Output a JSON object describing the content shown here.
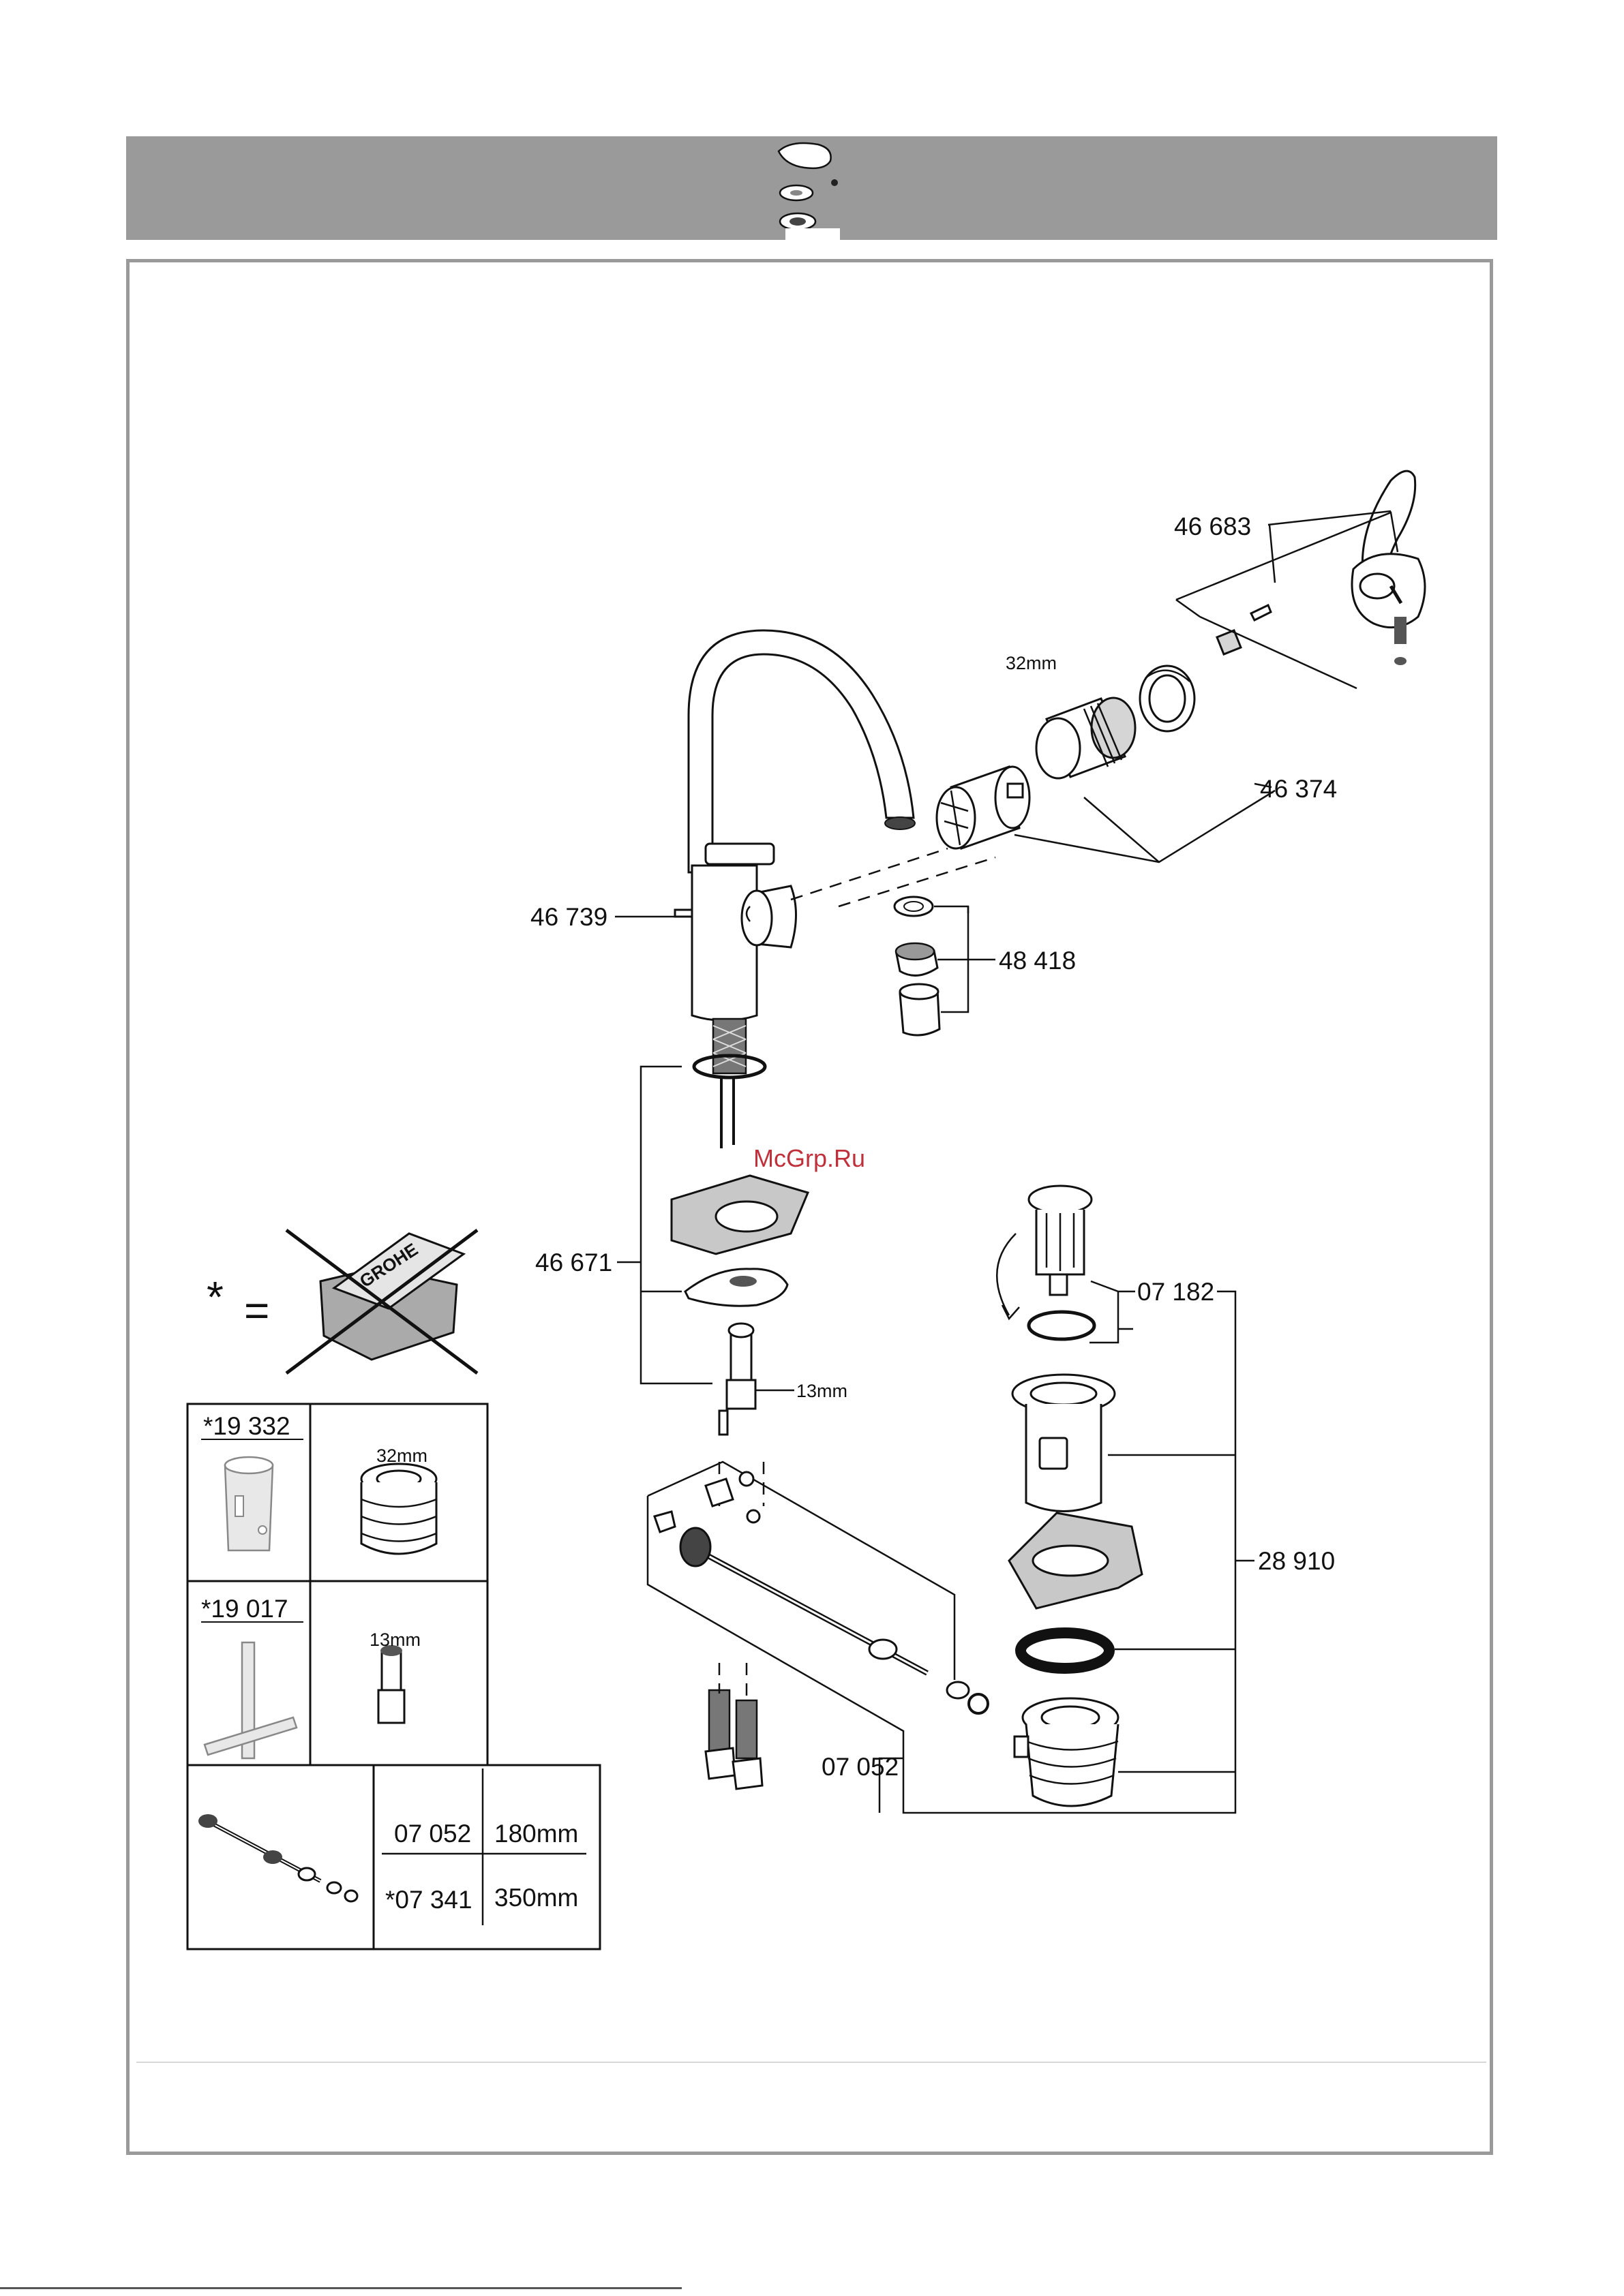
{
  "parts": {
    "handle": "46 683",
    "cartridge_kit": "46 374",
    "cartridge_size": "32mm",
    "body": "46 739",
    "aerator": "48 418",
    "mounting_kit": "46 671",
    "mounting_nut_size": "13mm",
    "pop_up_plug": "07 182",
    "waste_set": "28 910",
    "pop_up_rod": "07 052"
  },
  "legend": {
    "asterisk": "*",
    "equals": "="
  },
  "tools_table": {
    "row1": {
      "code": "*19 332",
      "size": "32mm"
    },
    "row2": {
      "code": "*19 017",
      "size": "13mm"
    },
    "row3": [
      {
        "code": "07 052",
        "length": "180mm"
      },
      {
        "code": "*07 341",
        "length": "350mm"
      }
    ]
  },
  "brand_stamp": "GROHE",
  "watermark": "McGrp.Ru"
}
